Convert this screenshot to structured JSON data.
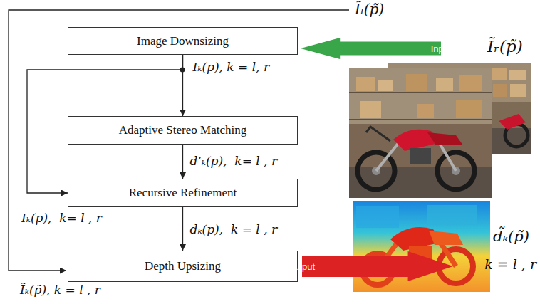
{
  "diagram": {
    "nodes": [
      {
        "text": [
          "Image Downsizing"
        ]
      },
      {
        "text": [
          "Input"
        ]
      },
      {
        "text": [
          "Adaptive Stereo Matching"
        ]
      },
      {
        "text": [
          "Recursive Refinement"
        ]
      },
      {
        "text": [
          "Depth Upsizing"
        ]
      },
      {
        "text": [
          "output"
        ]
      }
    ],
    "edges": [
      {
        "from": 0,
        "to": 2,
        "arrow": "to",
        "label": "Iₖ(p), k = l, r"
      },
      {
        "from": 0,
        "to": 3,
        "arrow": "to",
        "label": "Iₖ(p),  k= l , r"
      },
      {
        "from": 2,
        "to": 3,
        "arrow": "to",
        "label": "d’ₖ(p),  k= l , r"
      },
      {
        "from": 3,
        "to": 4,
        "arrow": "to",
        "label": "dₖ(p),  k = l , r"
      }
    ],
    "labels": [
      "Ĩₗ(p̃)",
      "Ĩᵣ(p̃)",
      "Ĩₖ(p̃), k = l , r",
      "d̃ₖ(p̃)",
      "k = l , r"
    ]
  }
}
